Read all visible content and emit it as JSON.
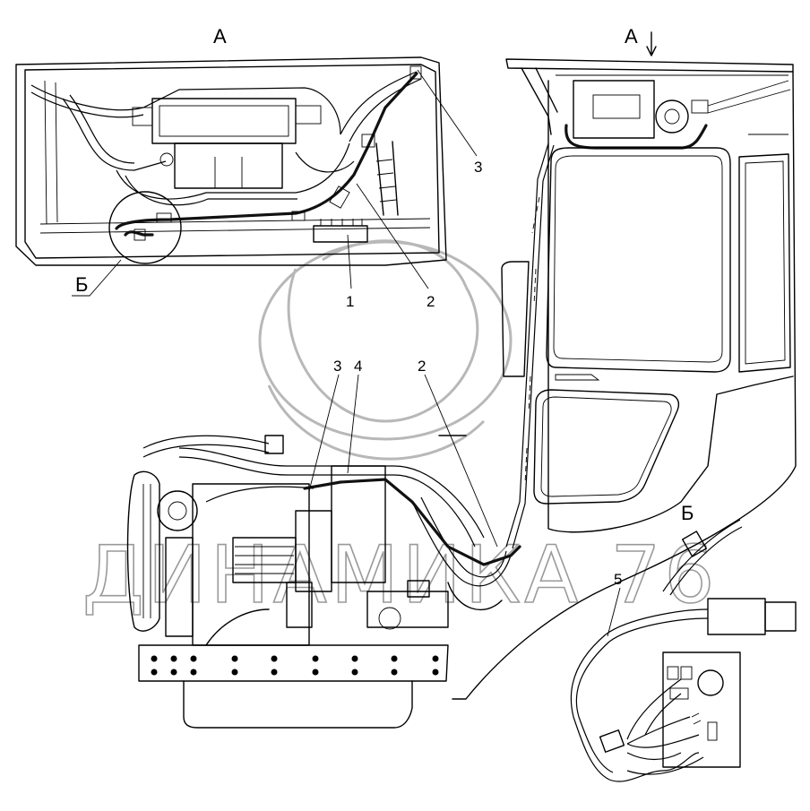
{
  "views": {
    "view_a_title": "А",
    "view_a_arrow_label": "А",
    "view_b_title": "Б",
    "view_b_callout": "Б"
  },
  "callouts": {
    "top_1": "1",
    "top_2": "2",
    "top_3": "3",
    "main_2": "2",
    "main_3": "3",
    "main_4": "4",
    "detail_5": "5"
  },
  "watermark": {
    "text": "ДИНАМИКА 76"
  },
  "colors": {
    "line": "#000000",
    "watermark": "#b0b0b0"
  }
}
